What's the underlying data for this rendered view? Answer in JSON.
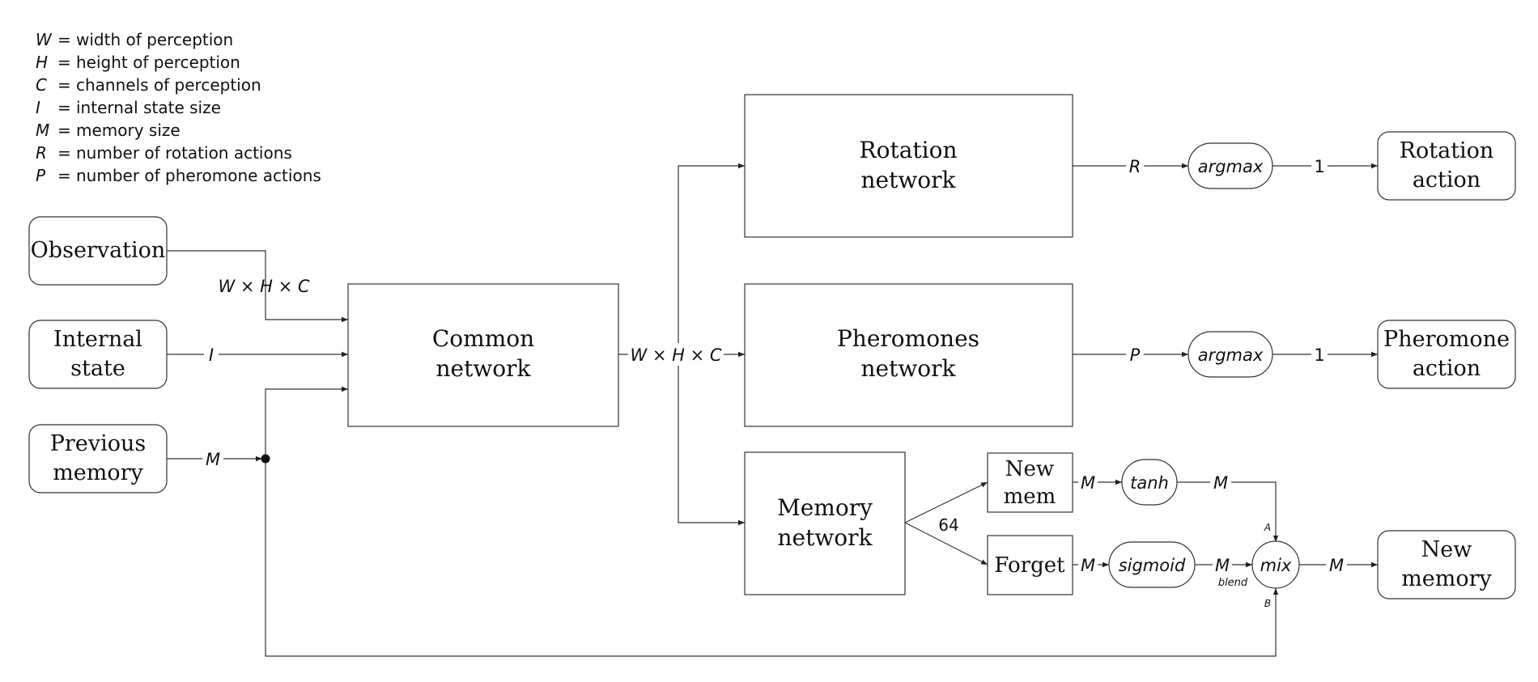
{
  "legend": [
    {
      "symbol": "W",
      "sep": "=",
      "text": "width of perception"
    },
    {
      "symbol": "H",
      "sep": "=",
      "text": "height of perception"
    },
    {
      "symbol": "C",
      "sep": "=",
      "text": "channels of perception"
    },
    {
      "symbol": "I",
      "sep": "=",
      "text": "internal state size"
    },
    {
      "symbol": "M",
      "sep": "=",
      "text": "memory size"
    },
    {
      "symbol": "R",
      "sep": "=",
      "text": "number of rotation actions"
    },
    {
      "symbol": "P",
      "sep": "=",
      "text": "number of pheromone actions"
    }
  ],
  "nodes": {
    "observation": [
      "Observation"
    ],
    "internal_state": [
      "Internal",
      "state"
    ],
    "previous_memory": [
      "Previous",
      "memory"
    ],
    "common_network": [
      "Common",
      "network"
    ],
    "rotation_network": [
      "Rotation",
      "network"
    ],
    "pheromones_network": [
      "Pheromones",
      "network"
    ],
    "memory_network": [
      "Memory",
      "network"
    ],
    "new_mem": [
      "New",
      "mem"
    ],
    "forget": [
      "Forget"
    ],
    "argmax_rotation": "argmax",
    "argmax_pheromone": "argmax",
    "tanh": "tanh",
    "sigmoid": "sigmoid",
    "mix": "mix",
    "rotation_action": [
      "Rotation",
      "action"
    ],
    "pheromone_action": [
      "Pheromone",
      "action"
    ],
    "new_memory": [
      "New",
      "memory"
    ]
  },
  "edge_labels": {
    "obs_dim": "W × H × C",
    "internal_dim": "I",
    "prev_mem_dim": "M",
    "common_out_dim": "W × H × C",
    "rotation_out": "R",
    "rotation_arg_out": "1",
    "pheromone_out": "P",
    "pheromone_arg_out": "1",
    "memory_split": "64",
    "newmem_out": "M",
    "tanh_out": "M",
    "forget_out": "M",
    "sigmoid_out": "M",
    "blend": "blend",
    "mix_in_a": "A",
    "mix_in_b": "B",
    "mix_out": "M"
  }
}
